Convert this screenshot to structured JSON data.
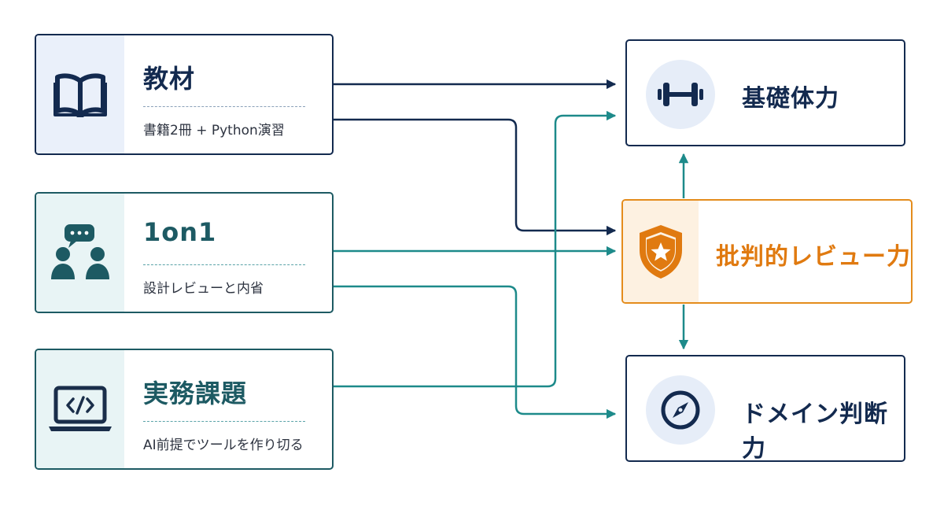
{
  "sources": [
    {
      "title": "教材",
      "subtitle": "書籍2冊 + Python演習",
      "icon": "book-icon"
    },
    {
      "title": "1on1",
      "subtitle": "設計レビューと内省",
      "icon": "people-chat-icon"
    },
    {
      "title": "実務課題",
      "subtitle": "AI前提でツールを作り切る",
      "icon": "laptop-code-icon"
    }
  ],
  "targets": {
    "fundamentals": {
      "title": "基礎体力",
      "icon": "dumbbell-icon"
    },
    "critical_review": {
      "title": "批判的レビュー力",
      "icon": "shield-star-icon"
    },
    "domain_judgment": {
      "title": "ドメイン判断力",
      "icon": "compass-icon"
    }
  },
  "colors": {
    "navy": "#132a4f",
    "teal": "#1d8a8a",
    "orange": "#e48c1c"
  }
}
